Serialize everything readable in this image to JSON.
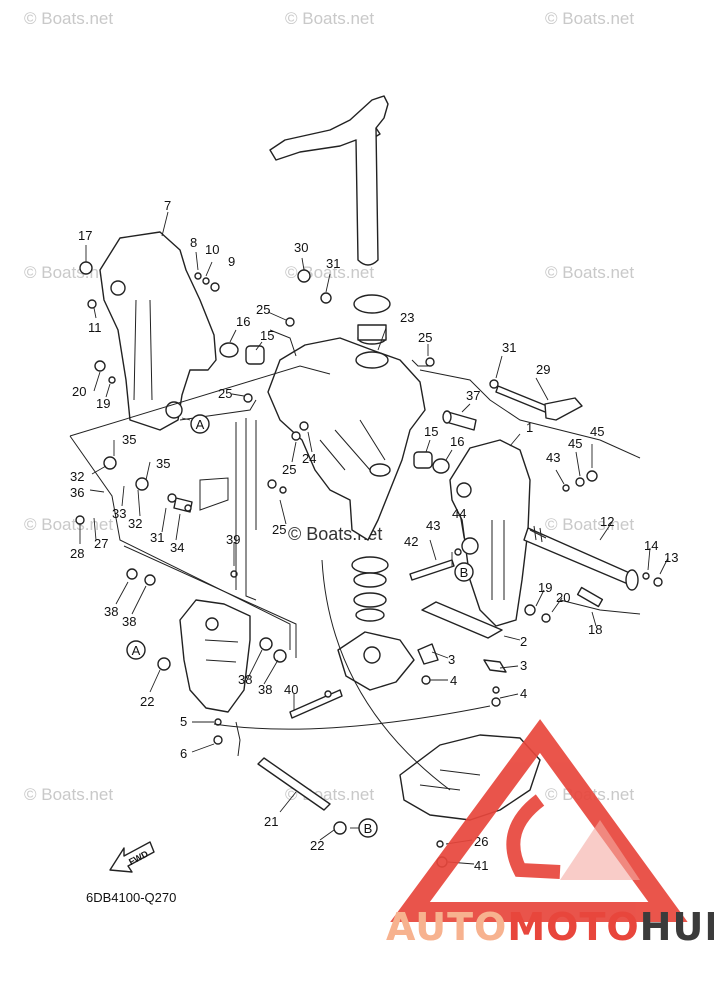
{
  "watermark": "© Boats.net",
  "diagram_code": "6DB4100-Q270",
  "fwd_label": "FWD",
  "brand": {
    "part1": "AUTO",
    "part2": "MOTO",
    "part3": "HUB",
    "colors": {
      "auto": "#f7b28f",
      "moto": "#e8463c",
      "hub": "#3b3b3b"
    }
  },
  "callout_letters": {
    "a": "A",
    "b": "B"
  },
  "labels": {
    "l1": "1",
    "l2": "2",
    "l3": "3",
    "l4": "4",
    "l5": "5",
    "l6": "6",
    "l7": "7",
    "l8": "8",
    "l9": "9",
    "l10": "10",
    "l11": "11",
    "l12": "12",
    "l13": "13",
    "l14": "14",
    "l15": "15",
    "l16": "16",
    "l17": "17",
    "l18": "18",
    "l19": "19",
    "l20": "20",
    "l21": "21",
    "l22": "22",
    "l23": "23",
    "l24": "24",
    "l25": "25",
    "l26": "26",
    "l27": "27",
    "l28": "28",
    "l29": "29",
    "l30": "30",
    "l31": "31",
    "l32": "32",
    "l33": "33",
    "l34": "34",
    "l35": "35",
    "l36": "36",
    "l37": "37",
    "l38": "38",
    "l39": "39",
    "l40": "40",
    "l41": "41",
    "l42": "42",
    "l43": "43",
    "l44": "44",
    "l45": "45"
  }
}
